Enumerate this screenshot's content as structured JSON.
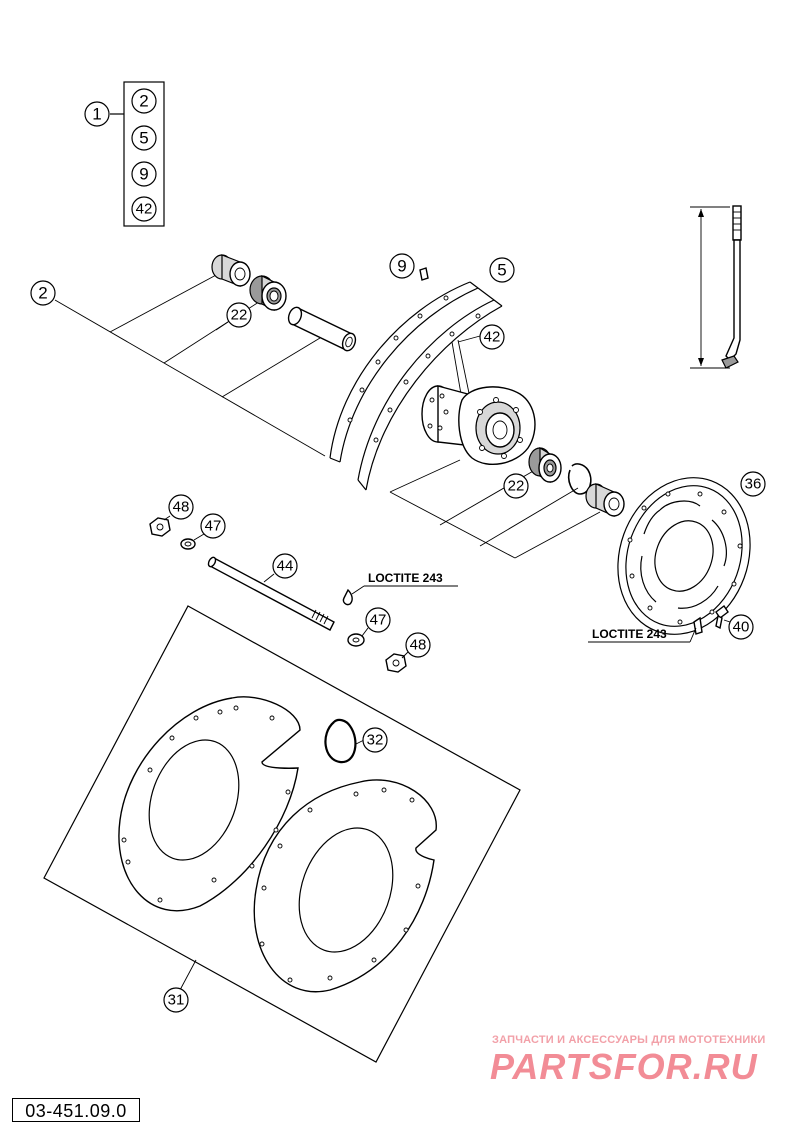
{
  "callouts": {
    "c1": "1",
    "c2_kit": "2",
    "c5_kit": "5",
    "c9_kit": "9",
    "c42_kit": "42",
    "c2": "2",
    "c22a": "22",
    "c9": "9",
    "c5": "5",
    "c42": "42",
    "c22b": "22",
    "c36": "36",
    "c48a": "48",
    "c47a": "47",
    "c44": "44",
    "c47b": "47",
    "c48b": "48",
    "c40": "40",
    "c32": "32",
    "c31": "31"
  },
  "labels": {
    "loctite_1": "LOCTITE 243",
    "loctite_2": "LOCTITE 243"
  },
  "footer": {
    "code": "03-451.09.0"
  },
  "watermark": {
    "top_text": "ЗАПЧАСТИ И АКСЕССУАРЫ ДЛЯ МОТОТЕХНИКИ",
    "logo_text": "PARTSFOR.RU"
  }
}
